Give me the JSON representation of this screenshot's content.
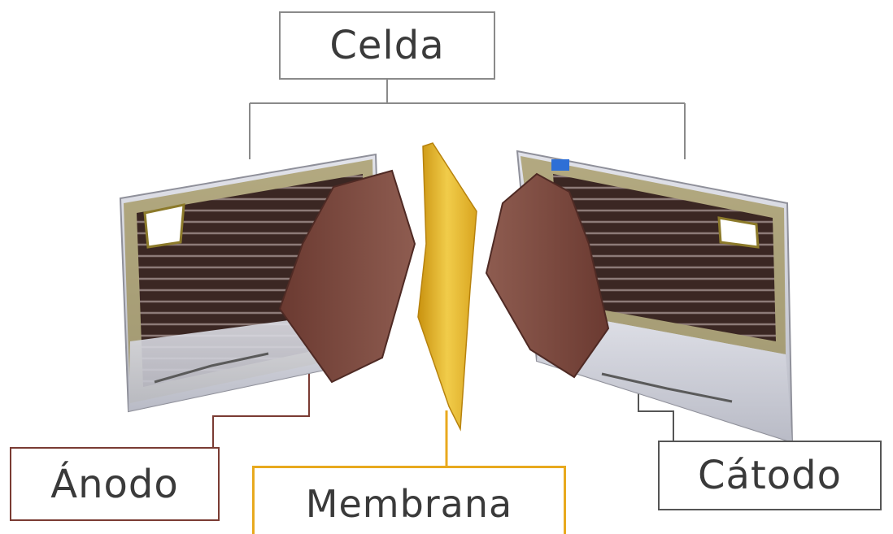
{
  "labels": {
    "celda": "Celda",
    "anodo": "Ánodo",
    "membrana": "Membrana",
    "catodo": "Cátodo"
  },
  "colors": {
    "celda_line": "#8a8a8a",
    "anodo_line": "#7a3b33",
    "membrana_line": "#e8a91e",
    "catodo_line": "#555555",
    "electrode": "#7b4a40",
    "membrane_fill": "#e3b52c",
    "plate_frame": "#8c7a2a"
  }
}
